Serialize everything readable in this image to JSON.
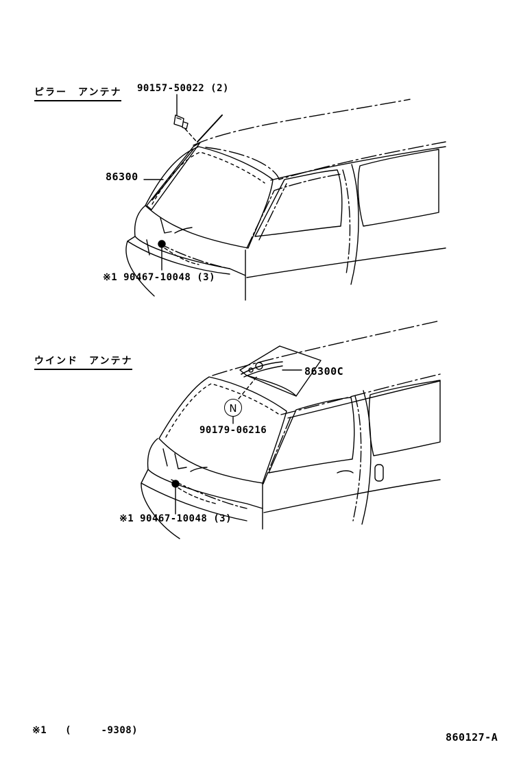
{
  "sections": {
    "pillar": {
      "title": "ピラー　アンテナ",
      "parts": {
        "bolt": "90157-50022 (2)",
        "antenna": "86300",
        "clip": "90467-10048 (3)",
        "clip_mark": "※1"
      }
    },
    "window": {
      "title": "ウインド　アンテナ",
      "parts": {
        "antenna": "86300C",
        "bracket_symbol": "N",
        "bracket": "90179-06216",
        "clip": "90467-10048 (3)",
        "clip_mark": "※1"
      }
    }
  },
  "footnote": {
    "mark": "※1",
    "text": "(　　　-9308)"
  },
  "figure_code": "860127-A"
}
